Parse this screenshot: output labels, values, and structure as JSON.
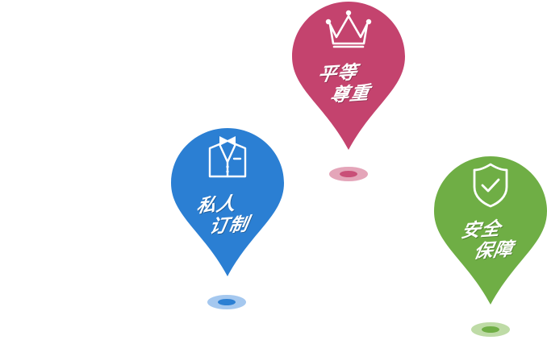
{
  "colors": {
    "dignity": "#c4436e",
    "custom": "#2b7fd3",
    "secure": "#6fae45",
    "dignity_shadow_outer": "#e4a5b9",
    "dignity_shadow_inner": "#c94f78",
    "custom_shadow_outer": "#a5c8ef",
    "custom_shadow_inner": "#2b7fd3",
    "secure_shadow_outer": "#bedba6",
    "secure_shadow_inner": "#6fae45"
  },
  "pins": {
    "dignity": {
      "line1": "平等",
      "line2": "尊重",
      "icon": "crown-icon"
    },
    "custom": {
      "line1": "私人",
      "line2": "订制",
      "icon": "butler-suit-icon"
    },
    "secure": {
      "line1": "安全",
      "line2": "保障",
      "icon": "shield-check-icon"
    }
  }
}
